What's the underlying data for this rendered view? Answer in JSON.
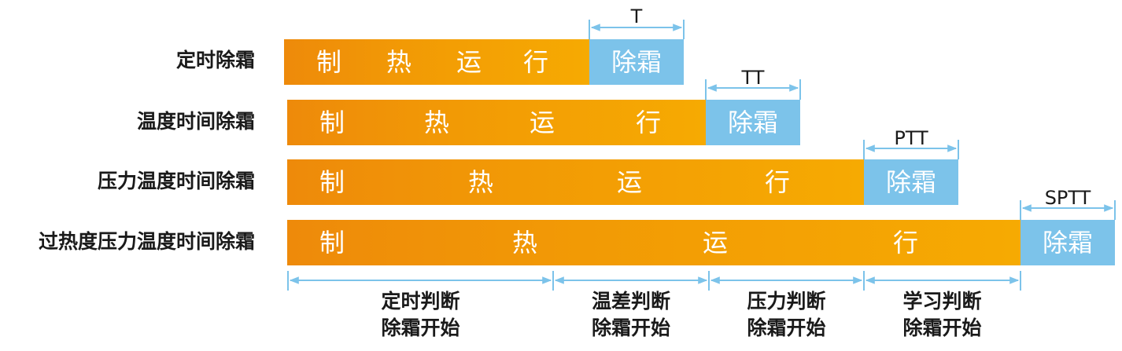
{
  "rows": [
    {
      "label": "定时除霜",
      "chars": [
        "制",
        "热",
        "运",
        "行"
      ],
      "defrost": "除霜",
      "period": "T"
    },
    {
      "label": "温度时间除霜",
      "chars": [
        "制",
        "热",
        "运",
        "行"
      ],
      "defrost": "除霜",
      "period": "TT"
    },
    {
      "label": "压力温度时间除霜",
      "chars": [
        "制",
        "热",
        "运",
        "行"
      ],
      "defrost": "除霜",
      "period": "PTT"
    },
    {
      "label": "过热度压力温度时间除霜",
      "chars": [
        "制",
        "热",
        "运",
        "行"
      ],
      "defrost": "除霜",
      "period": "SPTT"
    }
  ],
  "phases": [
    {
      "line1": "定时判断",
      "line2": "除霜开始"
    },
    {
      "line1": "温差判断",
      "line2": "除霜开始"
    },
    {
      "line1": "压力判断",
      "line2": "除霜开始"
    },
    {
      "line1": "学习判断",
      "line2": "除霜开始"
    }
  ],
  "colors": {
    "heating_start": "#ee8a0a",
    "heating_end": "#f6aa02",
    "defrost": "#7cc3ea",
    "dimension_line": "#7cc3ea"
  }
}
